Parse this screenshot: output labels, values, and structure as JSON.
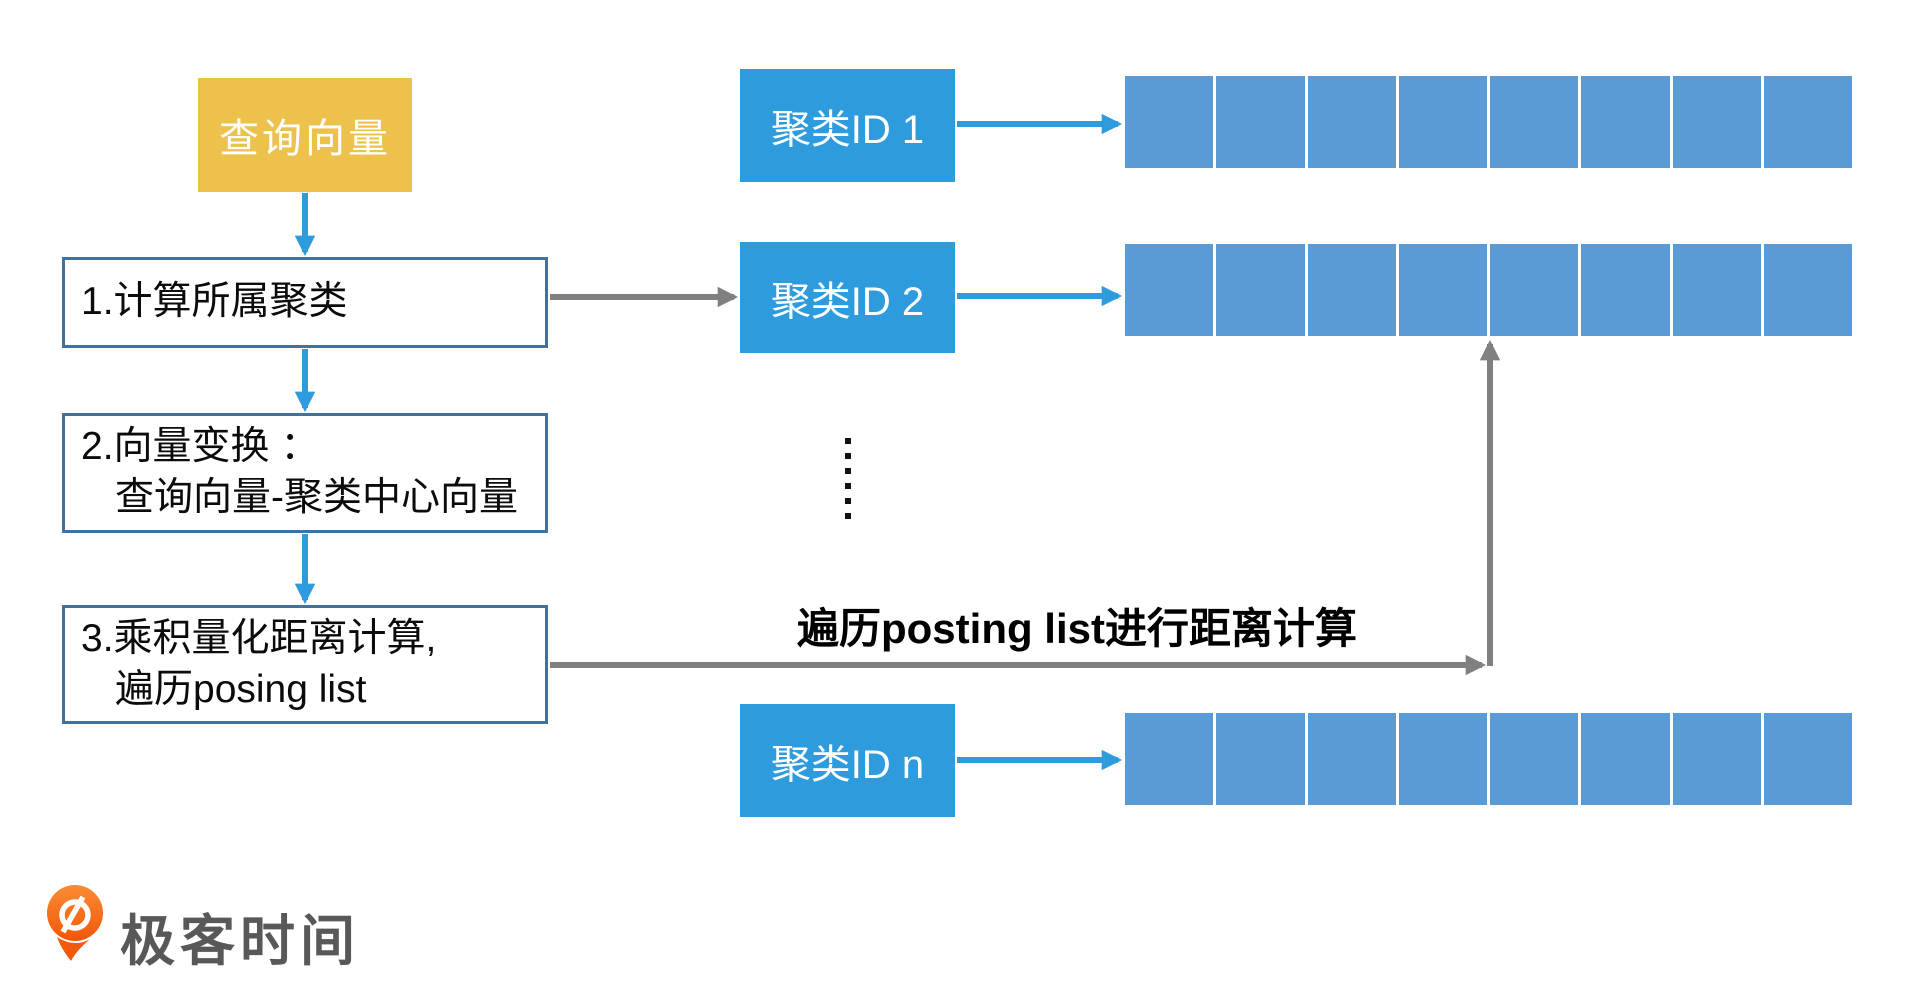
{
  "colors": {
    "bg": "#ffffff",
    "yellow": "#EDC24C",
    "cluster-blue": "#2E9BDC",
    "cell-blue": "#5B9BD5",
    "arrow-blue": "#2E9BDC",
    "arrow-gray": "#808080",
    "box-border": "#41719C",
    "text-black": "#0b0b0b",
    "logo-orange": "#F2590A",
    "logo-gray": "#595757"
  },
  "flow": {
    "query_vector": "查询向量",
    "steps": [
      {
        "lines": [
          "1.计算所属聚类",
          ""
        ]
      },
      {
        "lines": [
          "2.向量变换 ：",
          "查询向量-聚类中心向量"
        ]
      },
      {
        "lines": [
          "3.乘积量化距离计算,",
          "遍历posing list"
        ]
      }
    ]
  },
  "clusters": [
    {
      "label": "聚类ID 1",
      "cells": 8
    },
    {
      "label": "聚类ID 2",
      "cells": 8
    },
    {
      "label": "聚类ID n",
      "cells": 8
    }
  ],
  "ellipsis_dots": 6,
  "labels": {
    "traverse": "遍历posting list进行距离计算"
  },
  "logo": {
    "wordmark": "极客时间"
  }
}
